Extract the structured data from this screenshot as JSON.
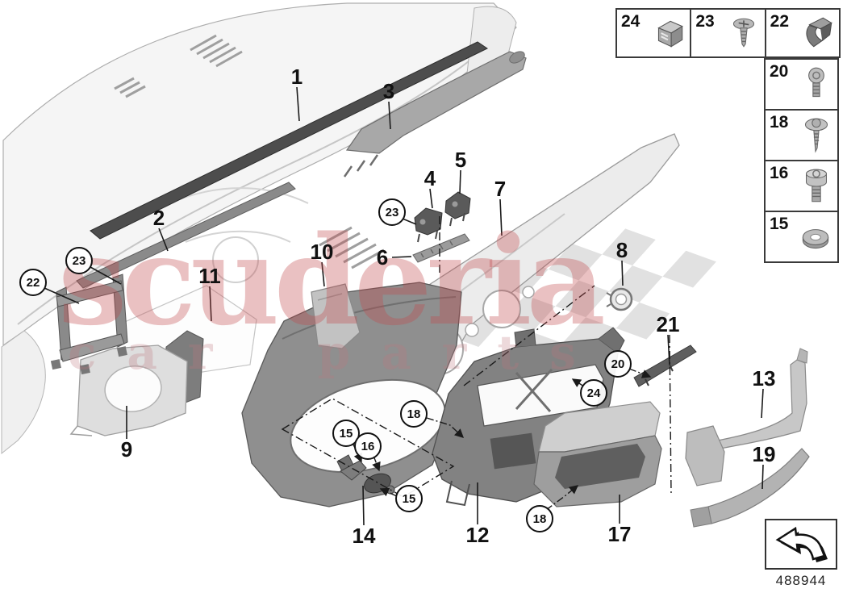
{
  "watermark": {
    "line1": "scuderia",
    "line2": "car parts"
  },
  "callouts": {
    "n1": "1",
    "n2": "2",
    "n3": "3",
    "n4": "4",
    "n5": "5",
    "n6": "6",
    "n7": "7",
    "n8": "8",
    "n9": "9",
    "n10": "10",
    "n11": "11",
    "n12": "12",
    "n13": "13",
    "n14": "14",
    "n15": "15",
    "n16": "16",
    "n17": "17",
    "n18": "18",
    "n19": "19",
    "n20": "20",
    "n21": "21",
    "n22": "22",
    "n23": "23",
    "n24": "24"
  },
  "legend": {
    "top_row": [
      {
        "label": "24",
        "icon": "control-module-icon"
      },
      {
        "label": "23",
        "icon": "flange-screw-icon"
      },
      {
        "label": "22",
        "icon": "spring-clip-icon"
      }
    ],
    "right_column": [
      {
        "label": "20",
        "icon": "pan-head-screw-icon"
      },
      {
        "label": "18",
        "icon": "washer-tapping-screw-icon"
      },
      {
        "label": "16",
        "icon": "socket-cap-bolt-icon"
      },
      {
        "label": "15",
        "icon": "washer-icon"
      }
    ]
  },
  "footer": {
    "drawing_number": "488944"
  },
  "colors": {
    "watermark_red": "#c0494c",
    "watermark_pink": "#be787d",
    "line_dark": "#1a1a1a",
    "part_light": "#ececec",
    "part_mid": "#9a9a9a",
    "part_dark": "#4d4d4d",
    "flag_gray": "#d7d7d7"
  }
}
